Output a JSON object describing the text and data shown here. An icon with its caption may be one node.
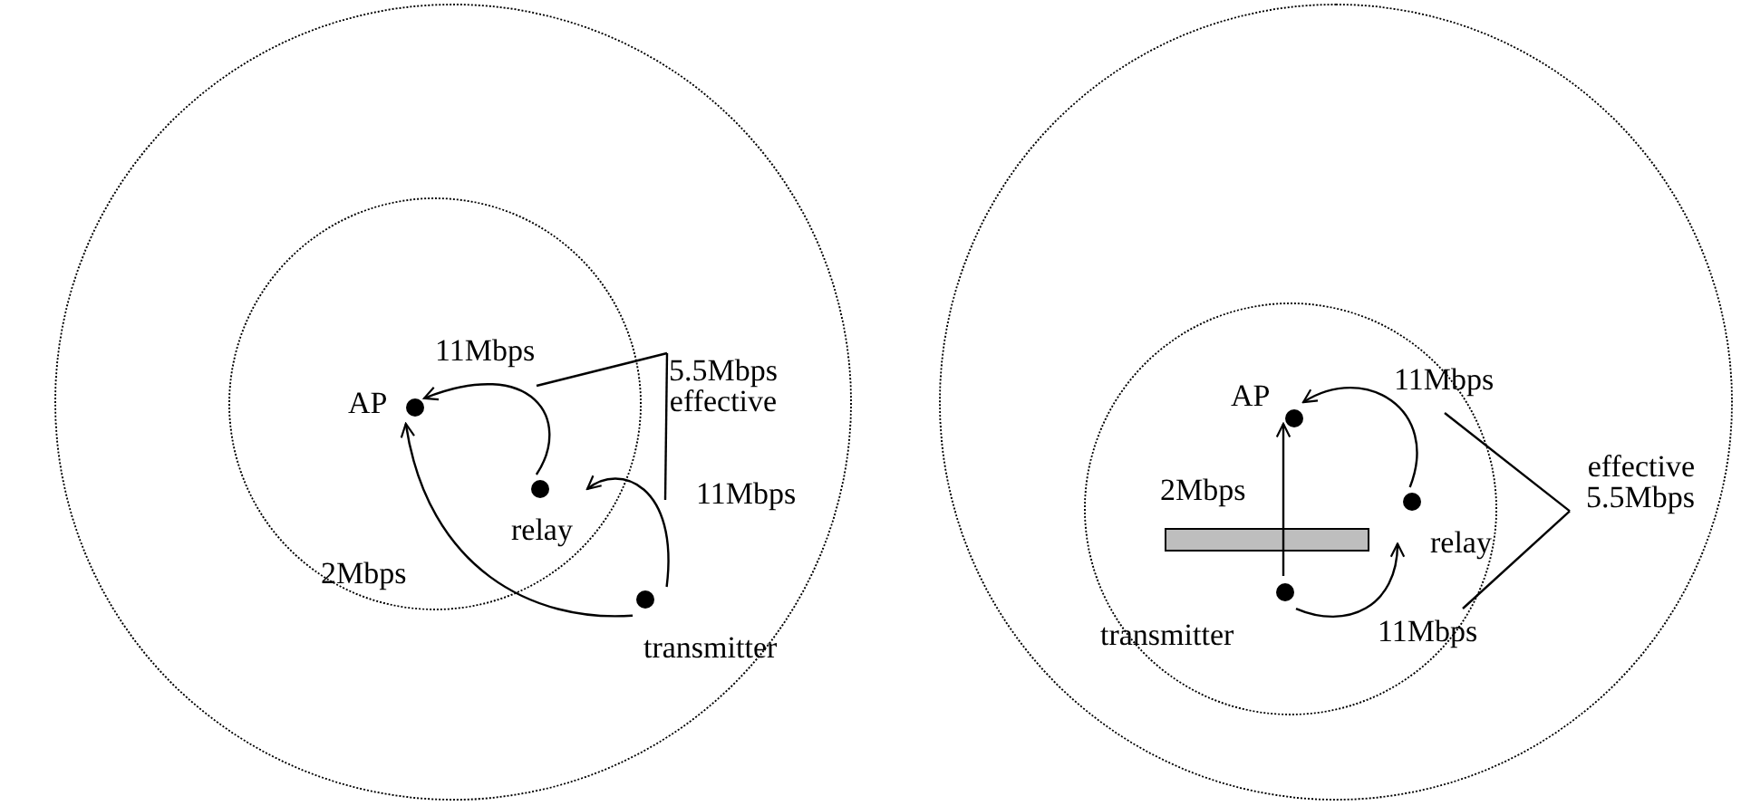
{
  "diagram": {
    "nodes": [
      {
        "text": [],
        "shape": "circle"
      },
      {
        "text": [],
        "shape": "circle",
        "in": 0
      },
      {
        "text": [
          "AP"
        ],
        "in": 1
      },
      {
        "text": [
          "relay"
        ],
        "in": 1
      },
      {
        "text": [
          "transmitter"
        ],
        "in": 0
      },
      {
        "text": [
          "5.5Mbps effective"
        ],
        "in": 0
      },
      {
        "text": [],
        "shape": "circle"
      },
      {
        "text": [],
        "shape": "circle",
        "in": 6
      },
      {
        "text": [
          "AP"
        ],
        "in": 7
      },
      {
        "text": [
          "relay"
        ],
        "in": 7
      },
      {
        "text": [
          "transmitter"
        ],
        "in": 7
      },
      {
        "text": [
          "effective 5.5Mbps"
        ],
        "in": 6
      }
    ],
    "edges": [
      {
        "from": 3,
        "to": 2,
        "arrow": "to",
        "label": "11Mbps"
      },
      {
        "from": 4,
        "to": 3,
        "arrow": "to",
        "label": "11Mbps"
      },
      {
        "from": 4,
        "to": 2,
        "arrow": "to",
        "label": "2Mbps"
      },
      {
        "from": 5,
        "to": null,
        "arrow": "none"
      },
      {
        "from": 5,
        "to": null,
        "arrow": "none"
      },
      {
        "from": 10,
        "to": 8,
        "arrow": "to",
        "label": "2Mbps"
      },
      {
        "from": 10,
        "to": 9,
        "arrow": "to",
        "label": "11Mbps"
      },
      {
        "from": 9,
        "to": 8,
        "arrow": "to",
        "label": "11Mbps"
      },
      {
        "from": 11,
        "to": null,
        "arrow": "none"
      },
      {
        "from": 11,
        "to": null,
        "arrow": "none"
      }
    ]
  }
}
